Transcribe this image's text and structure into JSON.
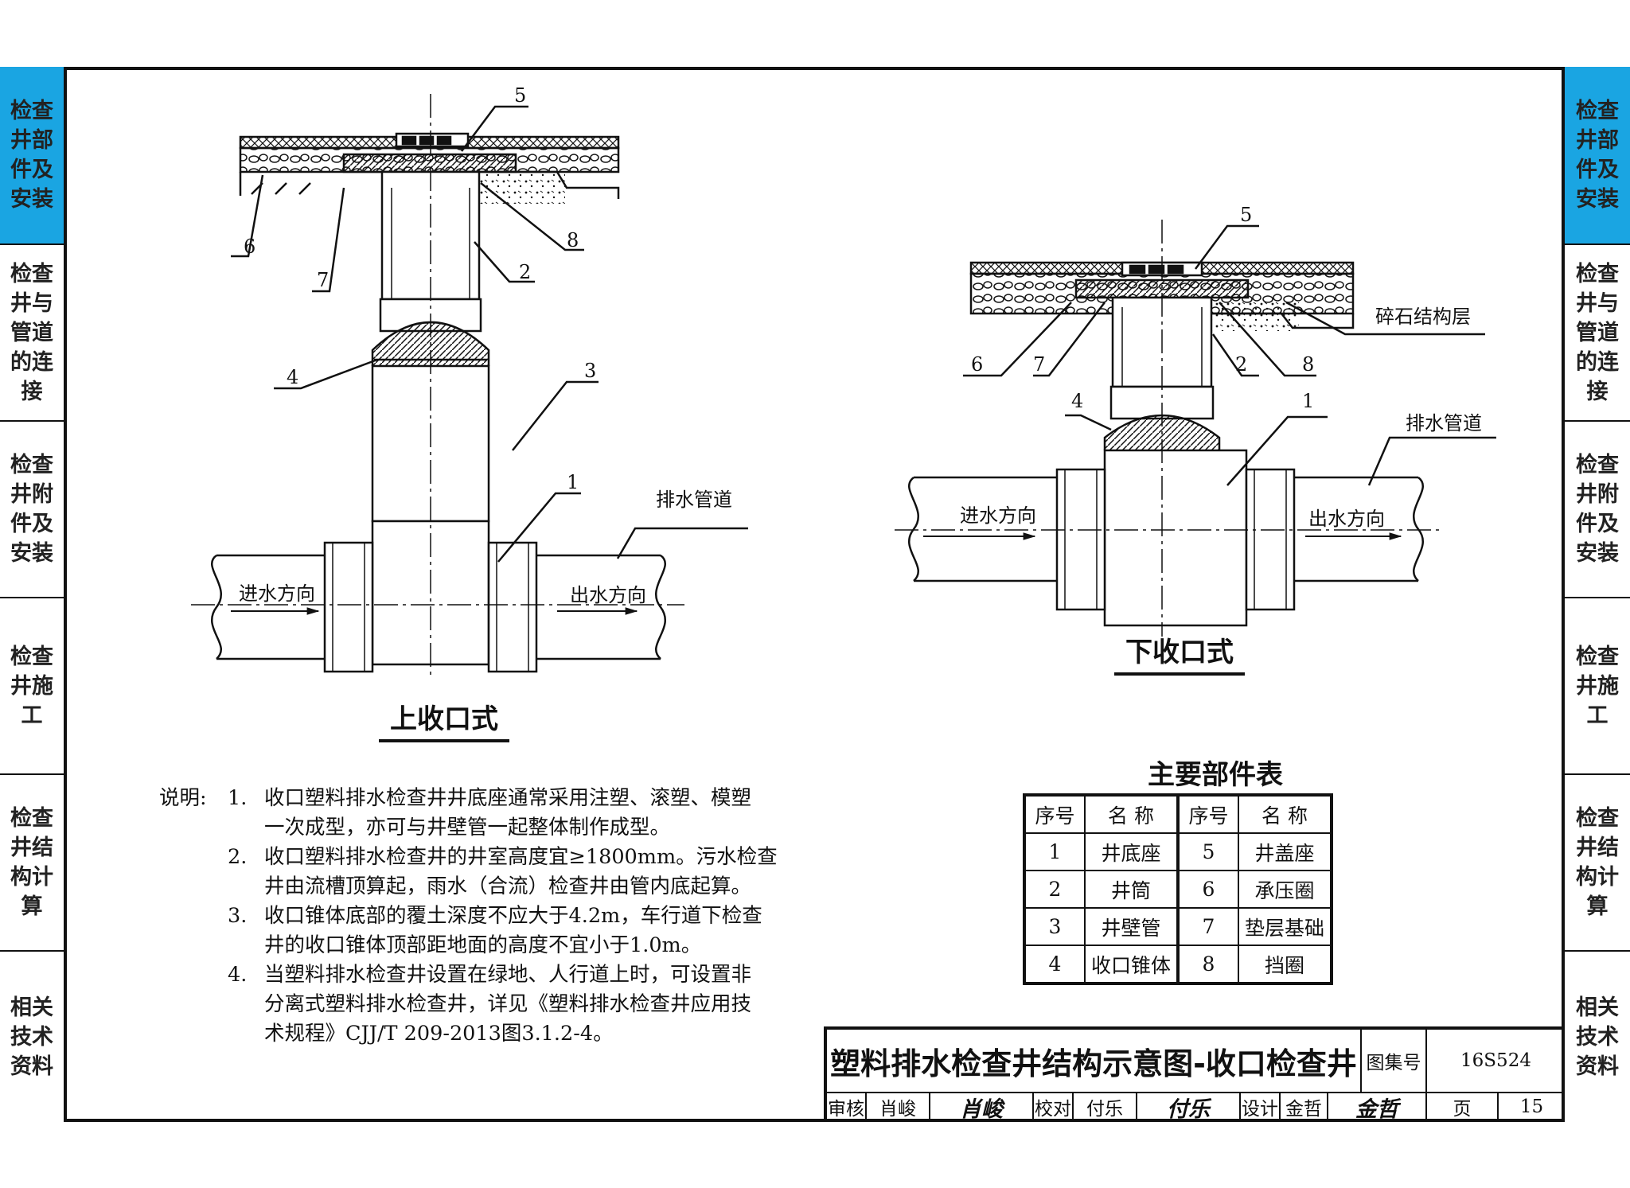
{
  "left_tabs": [
    {
      "label": "检查井部件及安装",
      "active": true
    },
    {
      "label": "检查井与管道的连接",
      "active": false
    },
    {
      "label": "检查井附件及安装",
      "active": false
    },
    {
      "label": "检查井施工",
      "active": false
    },
    {
      "label": "检查井结构计算",
      "active": false
    },
    {
      "label": "相关技术资料",
      "active": false
    }
  ],
  "right_tabs": [
    {
      "label": "检查井部件及安装",
      "active": true
    },
    {
      "label": "检查井与管道的连接",
      "active": false
    },
    {
      "label": "检查井附件及安装",
      "active": false
    },
    {
      "label": "检查井施工",
      "active": false
    },
    {
      "label": "检查井结构计算",
      "active": false
    },
    {
      "label": "相关技术资料",
      "active": false
    }
  ],
  "accent_color": "#1aa5e2",
  "diagram_upper": {
    "title": "上收口式",
    "callouts": [
      "5",
      "6",
      "7",
      "8",
      "2",
      "4",
      "3",
      "1"
    ],
    "pipe_label": "排水管道",
    "inflow_label": "进水方向",
    "outflow_label": "出水方向"
  },
  "diagram_lower": {
    "title": "下收口式",
    "callouts": [
      "5",
      "6",
      "7",
      "2",
      "8",
      "4",
      "1"
    ],
    "gravel_label": "碎石结构层",
    "pipe_label": "排水管道",
    "inflow_label": "进水方向",
    "outflow_label": "出水方向"
  },
  "notes": {
    "heading": "说明:",
    "items": [
      {
        "num": "1.",
        "lines": [
          "收口塑料排水检查井井底座通常采用注塑、滚塑、模塑",
          "一次成型，亦可与井壁管一起整体制作成型。"
        ]
      },
      {
        "num": "2.",
        "lines": [
          "收口塑料排水检查井的井室高度宜≥1800mm。污水检查",
          "井由流槽顶算起，雨水（合流）检查井由管内底起算。"
        ]
      },
      {
        "num": "3.",
        "lines": [
          "收口锥体底部的覆土深度不应大于4.2m，车行道下检查",
          "井的收口锥体顶部距地面的高度不宜小于1.0m。"
        ]
      },
      {
        "num": "4.",
        "lines": [
          "当塑料排水检查井设置在绿地、人行道上时，可设置非",
          "分离式塑料排水检查井，详见《塑料排水检查井应用技",
          "术规程》CJJ/T 209-2013图3.1.2-4。"
        ]
      }
    ]
  },
  "parts_table": {
    "title": "主要部件表",
    "headers": [
      "序号",
      "名 称",
      "序号",
      "名 称"
    ],
    "rows": [
      [
        "1",
        "井底座",
        "5",
        "井盖座"
      ],
      [
        "2",
        "井筒",
        "6",
        "承压圈"
      ],
      [
        "3",
        "井壁管",
        "7",
        "垫层基础"
      ],
      [
        "4",
        "收口锥体",
        "8",
        "挡圈"
      ]
    ]
  },
  "title_block": {
    "title": "塑料排水检查井结构示意图-收口检查井",
    "atlas_label": "图集号",
    "atlas_no": "16S524",
    "review_label": "审核",
    "reviewer": "肖峻",
    "reviewer_sig": "肖峻",
    "check_label": "校对",
    "checker": "付乐",
    "checker_sig": "付乐",
    "design_label": "设计",
    "designer": "金哲",
    "designer_sig": "金哲",
    "page_label": "页",
    "page_no": "15"
  }
}
